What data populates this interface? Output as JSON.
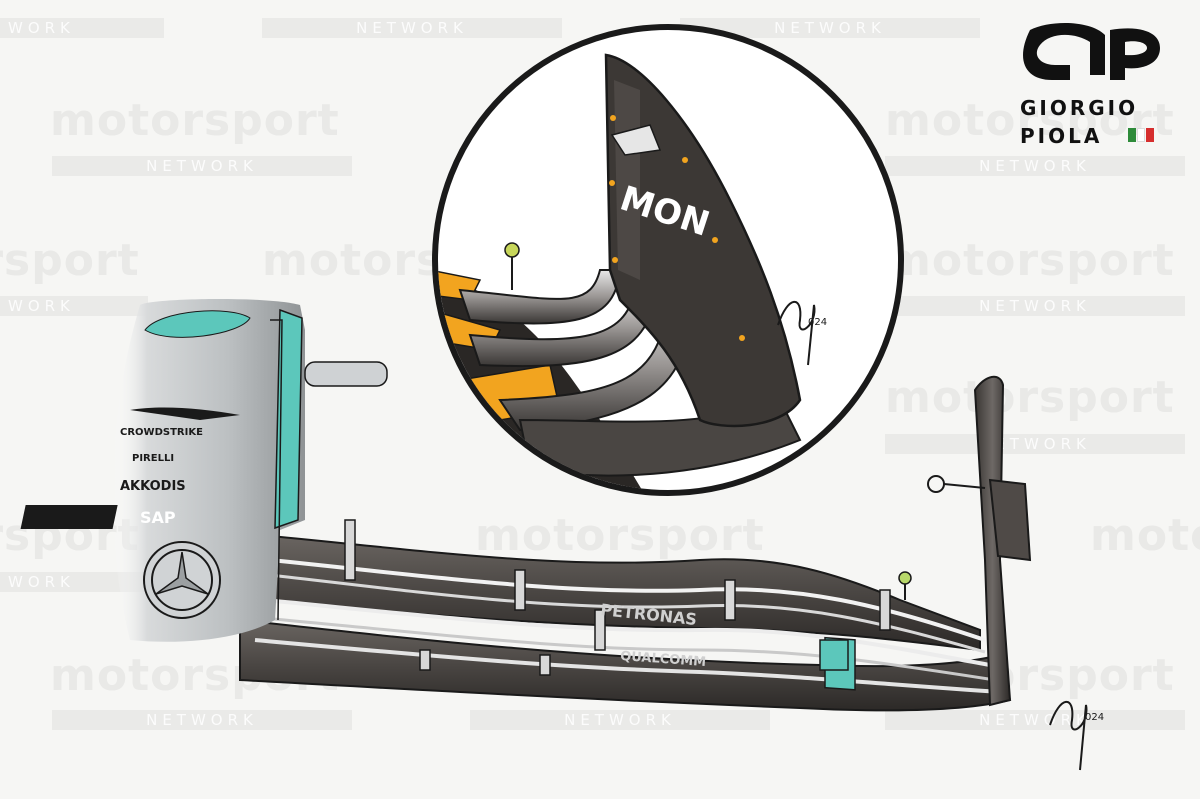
{
  "watermark": {
    "word": "motorsport",
    "bar": "NETWORK",
    "bar_partial": "WORK"
  },
  "logo": {
    "line1": "GIORGIO",
    "line2": "PIOLA",
    "flag_colors": [
      "#2e8b3a",
      "#ffffff",
      "#d62e2e"
    ]
  },
  "car": {
    "sponsors": [
      "CROWDSTRIKE",
      "PIRELLI",
      "AKKODIS",
      "SAP"
    ],
    "wing_text_upper": "PETRONAS",
    "wing_text_lower": "QUALCOMM",
    "inset_endplate_text": "MON"
  },
  "signature": {
    "text": "ArtSG",
    "year": "024"
  },
  "colors": {
    "body_silver": "#c9ccce",
    "wing_dark": "#4a4643",
    "petronas_teal": "#5cc7bb",
    "accent_orange": "#f2a41f",
    "outline": "#1a1a1a"
  },
  "icons": [
    "mercedes-star-icon",
    "italian-flag-icon"
  ]
}
